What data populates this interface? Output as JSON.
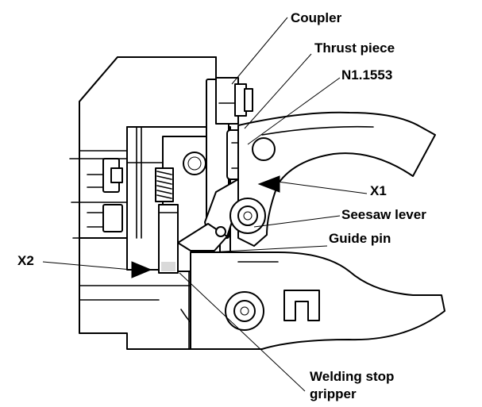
{
  "labels": {
    "coupler": "Coupler",
    "thrust_piece": "Thrust piece",
    "part_number": "N1.1553",
    "x1": "X1",
    "seesaw_lever": "Seesaw lever",
    "guide_pin": "Guide pin",
    "x2": "X2",
    "welding_stop_gripper_line1": "Welding stop",
    "welding_stop_gripper_line2": "gripper"
  },
  "colors": {
    "line": "#000000",
    "background": "#ffffff",
    "shading": "#d9d9d9"
  }
}
